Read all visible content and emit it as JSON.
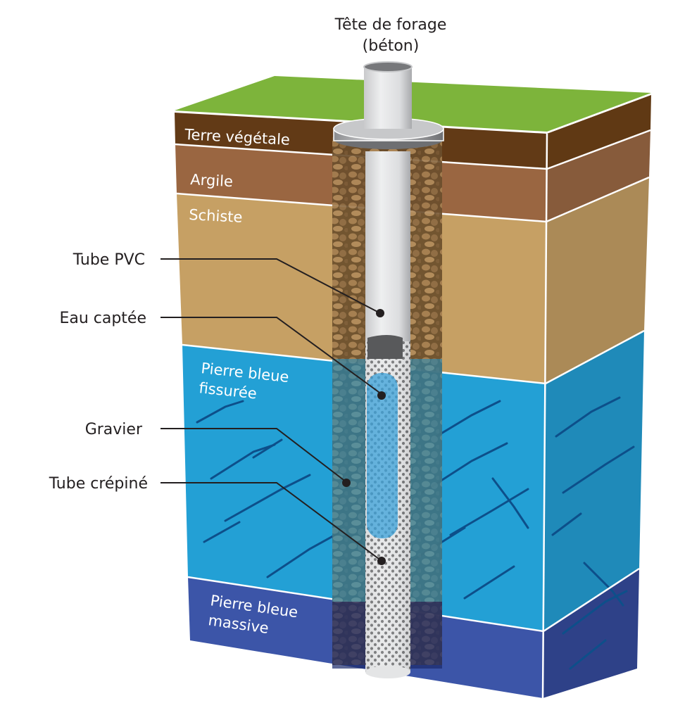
{
  "title": {
    "line1": "Tête de forage",
    "line2": "(béton)"
  },
  "layers": [
    {
      "name": "Terre végétale",
      "color_front": "#623a16",
      "color_side": "#603914"
    },
    {
      "name": "Argile",
      "color_front": "#9a6641",
      "color_side": "#875b3b"
    },
    {
      "name": "Schiste",
      "color_front": "#c6a064",
      "color_side": "#ab8a57"
    },
    {
      "name_line1": "Pierre bleue",
      "name_line2": "fissurée",
      "color_front": "#23a0d5",
      "color_side": "#1f8ab9"
    },
    {
      "name_line1": "Pierre bleue",
      "name_line2": "massive",
      "color_front": "#3c55a8",
      "color_side": "#2e4188"
    }
  ],
  "grass_color": "#7db43b",
  "callouts": [
    {
      "label": "Tube PVC"
    },
    {
      "label": "Eau captée"
    },
    {
      "label": "Gravier"
    },
    {
      "label": "Tube crépiné"
    }
  ]
}
